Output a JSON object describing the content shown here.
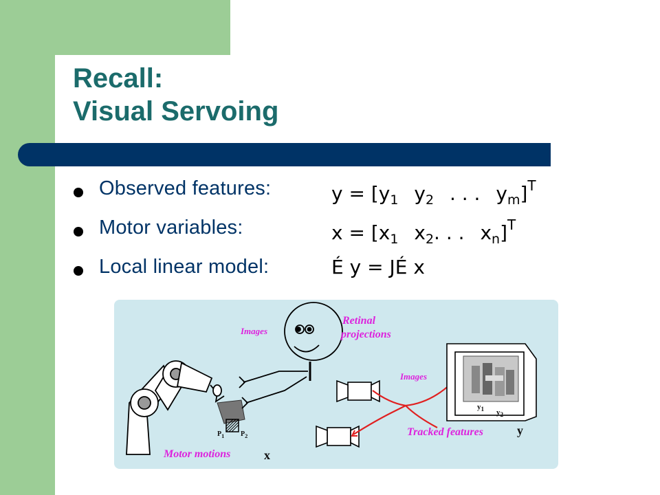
{
  "slide": {
    "title_line1": "Recall:",
    "title_line2": "Visual Servoing"
  },
  "bullets": [
    {
      "label": "Observed features:"
    },
    {
      "label": "Motor variables:"
    },
    {
      "label": "Local linear model:"
    }
  ],
  "formulas": {
    "observed": {
      "lhs": "y",
      "eq": "=",
      "open": "[",
      "t1": "y",
      "s1": "1",
      "t2": "y",
      "s2": "2",
      "dots": ". . .",
      "t3": "y",
      "s3": "m",
      "close": "]",
      "sup": "T"
    },
    "motor": {
      "lhs": "x",
      "eq": "=",
      "open": "[",
      "t1": "x",
      "s1": "1",
      "t2": "x",
      "s2": "2",
      "dots": ". . .",
      "t3": "x",
      "s3": "n",
      "close": "]",
      "sup": "T"
    },
    "model": {
      "d1": "É",
      "lhs": "y",
      "eq": "=",
      "j": "J",
      "d2": "É",
      "rhs": "x"
    }
  },
  "figure": {
    "label_images_head": "Images",
    "label_retinal": "Retinal",
    "label_projections": "projections",
    "label_images_arrow": "Images",
    "label_tracked": "Tracked features",
    "label_motor": "Motor motions",
    "var_x": "x",
    "var_y": "y",
    "p1": "P",
    "p1_sub": "1",
    "p2": "P",
    "p2_sub": "2",
    "y1": "y",
    "y1_sub": "1",
    "y2": "y",
    "y2_sub": "2",
    "accent_color": "#dd22dd",
    "curve_color": "#e02020"
  },
  "colors": {
    "green_band": "#9ccd96",
    "title": "#1b6b6b",
    "rule": "#003366",
    "bullet_text": "#003366",
    "figure_bg": "#cfe8ee"
  }
}
